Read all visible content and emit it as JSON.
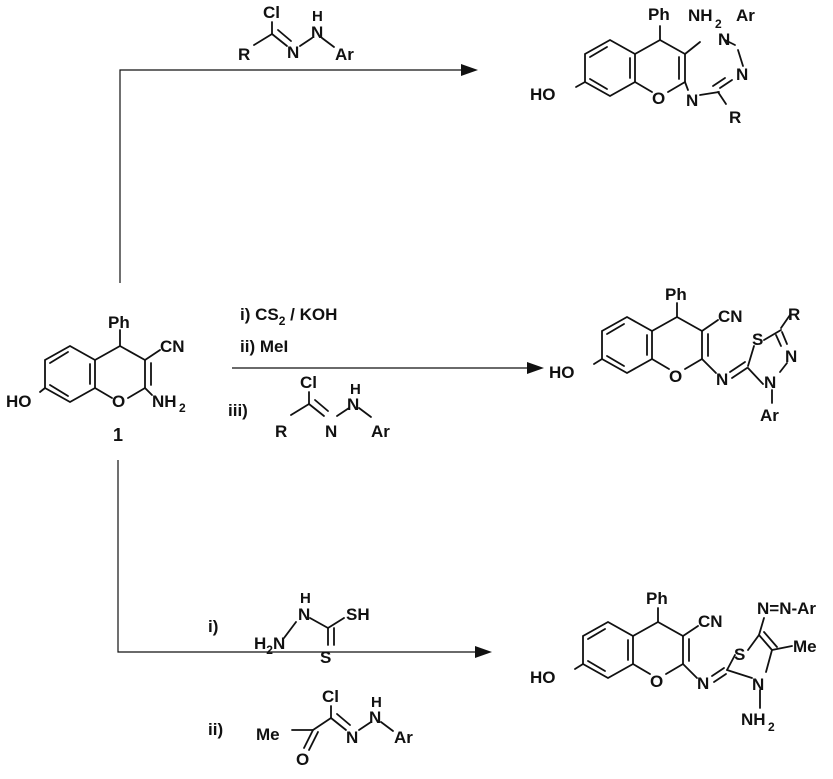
{
  "compound_number": "1",
  "reagent_labels": {
    "route_b_step1": "i) CS",
    "route_b_step1_sub": "2",
    "route_b_step1_rest": " / KOH",
    "route_b_step2": "ii) MeI",
    "route_b_step3": "iii)",
    "route_c_step1": "i)",
    "route_c_step2": "ii)"
  },
  "atoms": {
    "Cl": "Cl",
    "R": "R",
    "N": "N",
    "H": "H",
    "Ar": "Ar",
    "Ph": "Ph",
    "NH2": "NH",
    "sub2": "2",
    "HO": "HO",
    "O": "O",
    "CN": "CN",
    "S": "S",
    "SH": "SH",
    "H2N": "H",
    "Me": "Me",
    "N_eq_N_Ar": "N=N-Ar"
  }
}
